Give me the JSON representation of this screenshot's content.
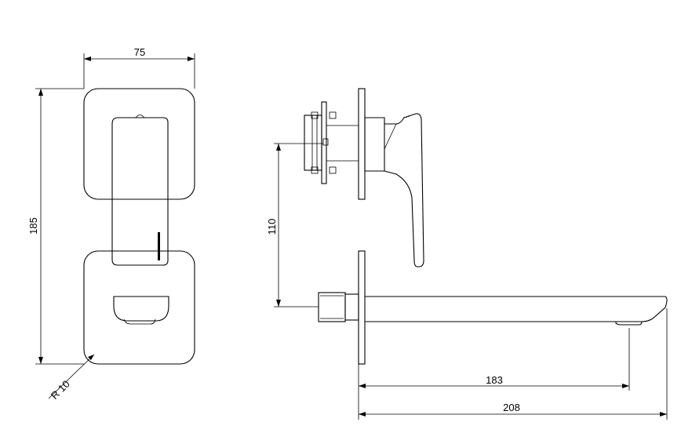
{
  "dimensions": {
    "width_75": "75",
    "height_185": "185",
    "radius_10": "R 10",
    "height_110": "110",
    "length_183": "183",
    "length_208": "208"
  },
  "colors": {
    "line": "#000000",
    "background": "#ffffff"
  }
}
